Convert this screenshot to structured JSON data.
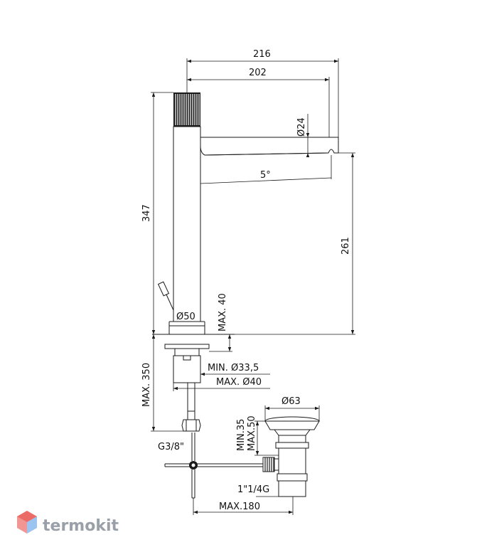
{
  "dimensions": {
    "width_216": "216",
    "width_202": "202",
    "dia_24": "Ø24",
    "angle_5": "5°",
    "height_347": "347",
    "height_261": "261",
    "dia_50": "Ø50",
    "max_40": "MAX. 40",
    "min_335": "MIN. Ø33,5",
    "max_dia_40": "MAX. Ø40",
    "max_350": "MAX. 350",
    "dia_63": "Ø63",
    "min_35": "MIN.35",
    "max_50": "MAX.50",
    "thread_g38": "G3/8\"",
    "thread_114g": "1\"1/4G",
    "max_180": "MAX.180"
  },
  "watermark": {
    "brand": "termokit"
  },
  "colors": {
    "line": "#1a1a1a",
    "watermark_gray": "#9aa0a8",
    "watermark_red": "#e8534f",
    "watermark_blue": "#4a90e2"
  }
}
